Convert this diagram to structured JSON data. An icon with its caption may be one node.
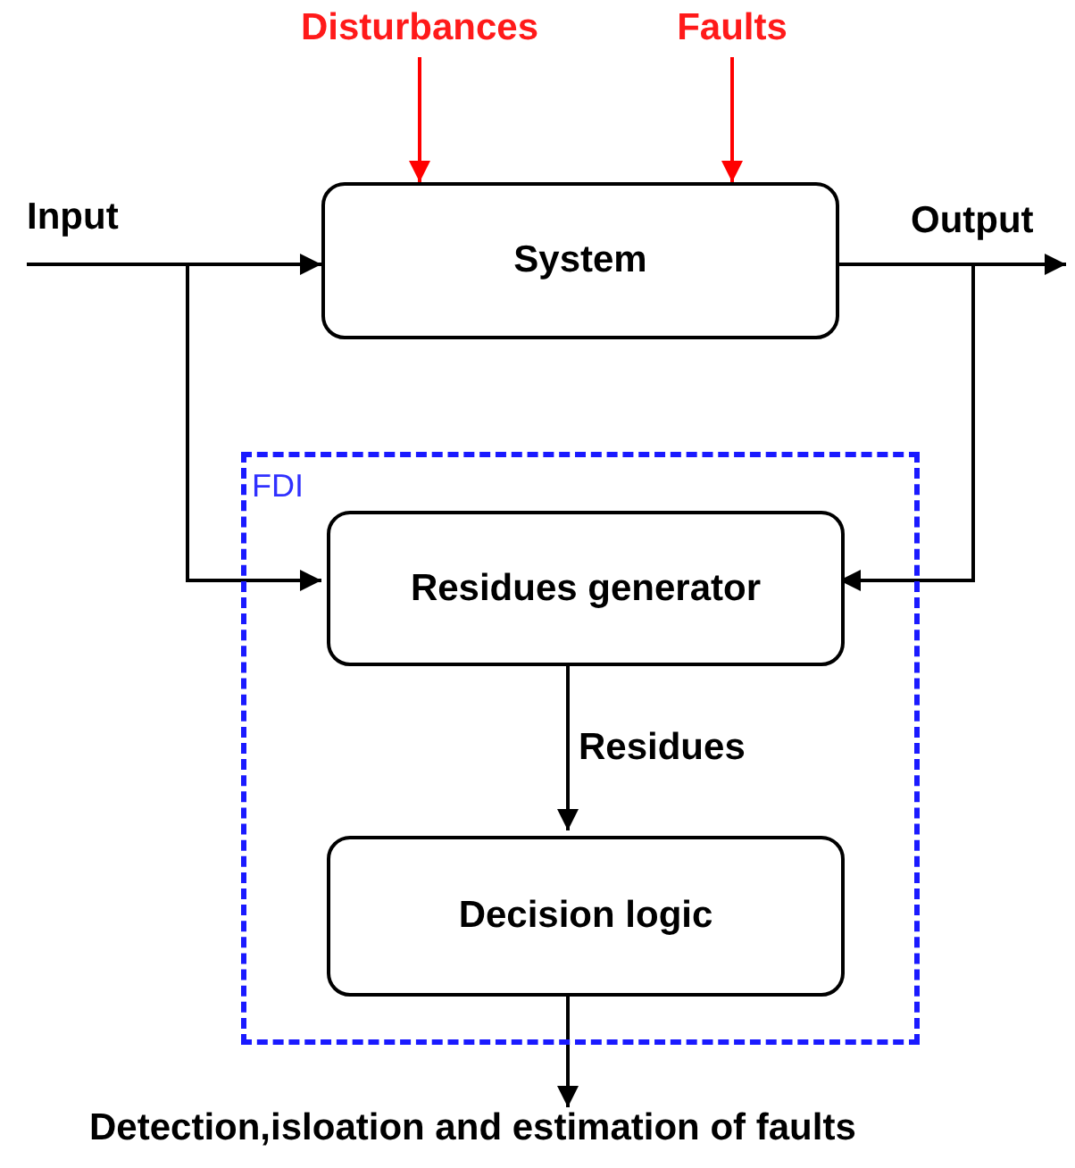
{
  "diagram": {
    "nodes": [
      {
        "text": [
          "Disturbances"
        ]
      },
      {
        "text": [
          "Faults"
        ]
      },
      {
        "text": [
          "Input"
        ]
      },
      {
        "text": [
          "System"
        ]
      },
      {
        "text": [
          "Output"
        ]
      },
      {
        "text": [
          "FDI"
        ]
      },
      {
        "text": [
          "Residues generator"
        ],
        "in": 5
      },
      {
        "text": [
          "Decision logic"
        ],
        "in": 5
      },
      {
        "text": [
          "Detection,isloation and estimation of faults"
        ]
      }
    ],
    "edges": [
      {
        "from": 0,
        "to": 3,
        "arrow": "to",
        "color": "#ff0000"
      },
      {
        "from": 1,
        "to": 3,
        "arrow": "to",
        "color": "#ff0000"
      },
      {
        "from": 2,
        "to": 3,
        "arrow": "to"
      },
      {
        "from": 2,
        "to": 6,
        "arrow": "to"
      },
      {
        "from": 3,
        "to": 4,
        "arrow": "to"
      },
      {
        "from": 3,
        "to": 6,
        "arrow": "to"
      },
      {
        "from": 6,
        "to": 7,
        "arrow": "to",
        "label": "Residues"
      },
      {
        "from": 7,
        "to": 8,
        "arrow": "to"
      }
    ]
  }
}
